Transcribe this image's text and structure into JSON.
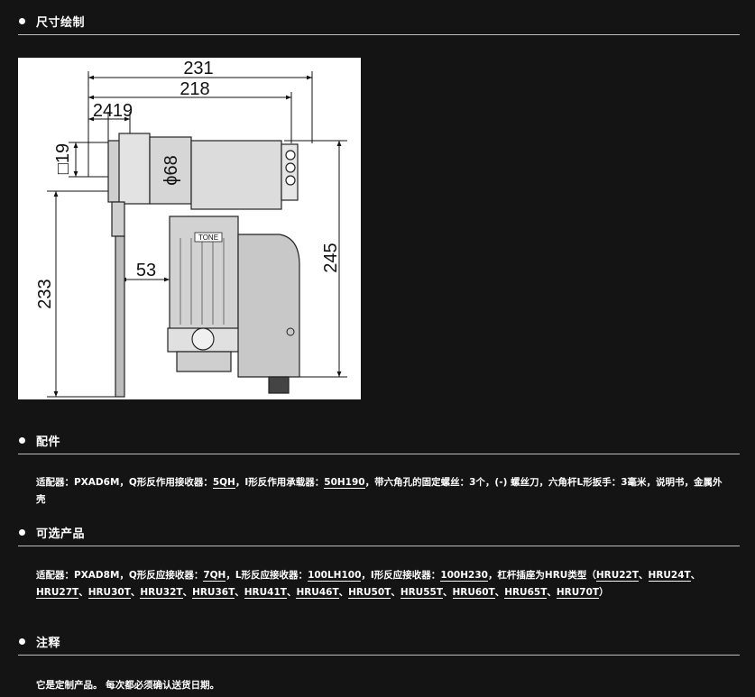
{
  "sections": [
    {
      "title": "尺寸绘制"
    },
    {
      "title": "配件"
    },
    {
      "title": "可选产品"
    },
    {
      "title": "注释"
    }
  ],
  "drawing": {
    "dims": {
      "overall_length": "231",
      "body_length": "218",
      "d1": "24",
      "d2": "19",
      "square": "□19",
      "diameter": "ϕ68",
      "height": "245",
      "reaction_length": "233",
      "offset": "53"
    },
    "brand_mark": "TONE"
  },
  "accessories": {
    "lead": "适配器：PXAD6M，Q形反作用接收器：",
    "link1": "5QH",
    "mid1": "，I形反作用承载器：",
    "link2": "50H190",
    "tail": "，带六角孔的固定螺丝：3个，(-) 螺丝刀，六角杆L形扳手：3毫米，说明书，金属外壳"
  },
  "options": {
    "lead": "适配器：PXAD8M，Q形反应接收器：",
    "link1": "7QH",
    "mid1": "，L形反应接收器：",
    "link2": "100LH100",
    "mid2": "，I形反应接收器：",
    "link3": "100H230",
    "mid3": "，杠杆插座为HRU类型（",
    "hru": [
      "HRU22T",
      "HRU24T",
      "HRU27T",
      "HRU30T",
      "HRU32T",
      "HRU36T",
      "HRU41T",
      "HRU46T",
      "HRU50T",
      "HRU55T",
      "HRU60T",
      "HRU65T",
      "HRU70T"
    ],
    "sep": "、",
    "close": "）"
  },
  "notes": {
    "text": "它是定制产品。 每次都必须确认送货日期。"
  }
}
